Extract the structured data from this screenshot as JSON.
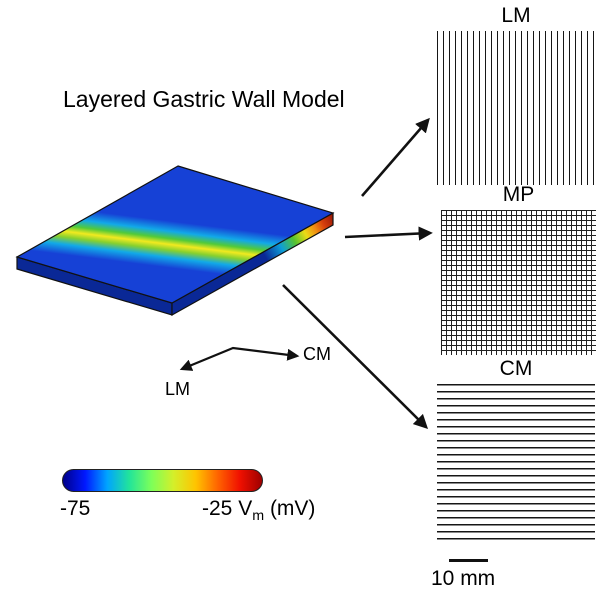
{
  "figure": {
    "title": "Layered Gastric Wall Model"
  },
  "grids": [
    {
      "id": "lm",
      "label": "LM",
      "pattern": "vertical-lines"
    },
    {
      "id": "mp",
      "label": "MP",
      "pattern": "square-mesh"
    },
    {
      "id": "cm",
      "label": "CM",
      "pattern": "horizontal-lines"
    }
  ],
  "axis_indicator": {
    "cm_label": "CM",
    "lm_label": "LM"
  },
  "colorbar": {
    "min_label": "-75",
    "max_label": "-25",
    "unit_main": "V",
    "unit_subscript": "m",
    "unit_suffix": " (mV)",
    "gradient_colors": [
      "#00008a",
      "#0018ff",
      "#00a4ff",
      "#22e49a",
      "#7dff59",
      "#d4ef2a",
      "#ffc400",
      "#ff6400",
      "#f01000",
      "#9e0000"
    ]
  },
  "scale_bar": {
    "label": "10 mm"
  },
  "model": {
    "base_color": "#1641d6",
    "side_color": "#0a2896",
    "wavefront_colors": [
      "#12a9e8",
      "#52ca38",
      "#f2ea1f",
      "#ef8c12",
      "#d8400c"
    ],
    "outline_color": "#111111"
  }
}
